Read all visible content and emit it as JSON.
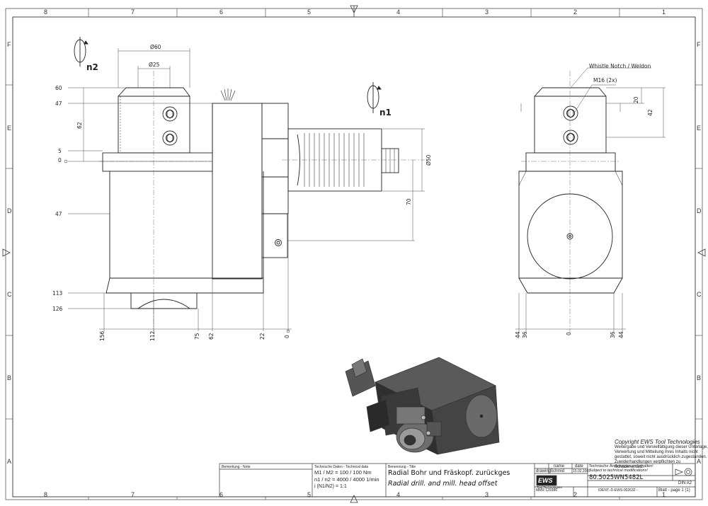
{
  "frame": {
    "columns": [
      "8",
      "7",
      "6",
      "5",
      "4",
      "3",
      "2",
      "1"
    ],
    "rows": [
      "F",
      "E",
      "D",
      "C",
      "B",
      "A"
    ]
  },
  "labels": {
    "n1": "n1",
    "n2": "n2",
    "whistle": "Whistle Notch / Weldon",
    "m16": "M16 (2x)"
  },
  "dims": {
    "d60": "Ø60",
    "d25": "Ø25",
    "d50": "Ø50",
    "left_v": [
      "60",
      "47",
      "62",
      "5",
      "0",
      "47",
      "113",
      "126"
    ],
    "bottom_left": [
      "156",
      "112",
      "75",
      "62",
      "22",
      "0"
    ],
    "v70": "70",
    "right_top": [
      "20",
      "42"
    ],
    "bottom_right": [
      "44",
      "36",
      "0",
      "36",
      "44"
    ]
  },
  "copyright": {
    "title": "Copyright EWS Tool Technologies",
    "lines": [
      "Weitergabe und Vervielfältigung dieser Unterlage,",
      "Verwertung und Mitteilung ihres Inhalts nicht",
      "gestattet, soweit nicht ausdrücklich zugestanden.",
      "Zuwiderhandlungen verpflichten zu Schadenersatz."
    ]
  },
  "titleblock": {
    "bemerkung": "Bemerkung - Note",
    "techdata": "Technische Daten - Technical data",
    "torque": "M1 / M2 = 100 / 100 Nm",
    "speed": "n1 / n2 = 4000 / 4000  1/min",
    "ratio": "i (N1/N2) = 1:1",
    "benennung": "Benennung - Title",
    "title_de": "Radial Bohr und Fräskopf. zurückges",
    "title_en": "Radial drill. and mill. head offset",
    "col_name": "name",
    "col_date": "date",
    "drawing": "drawing",
    "drawer": "Schmid",
    "date": "15.02.2007",
    "logo": "EWS",
    "logo_sub": "Tool Technologies",
    "changes_de": "Technische Änderungen vorbehalten!",
    "changes_en": "Subject to technical modifications!",
    "partno": "80.5025WN5482L",
    "format": "DIN A2",
    "mmr": "MMR 129386",
    "ident": "IDENT.-D-EWS-002632 -",
    "sheet": "Blatt - page  1 (1)"
  }
}
